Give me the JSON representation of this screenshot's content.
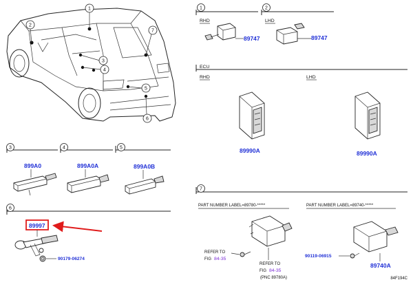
{
  "callouts": [
    "1",
    "2",
    "3",
    "4",
    "5",
    "6",
    "7"
  ],
  "section1": {
    "number": "1",
    "side": "RHD",
    "part": "89747"
  },
  "section2": {
    "number": "2",
    "side": "LHD",
    "part": "89747"
  },
  "ecu": {
    "title": "ECU",
    "rhd_label": "RHD",
    "lhd_label": "LHD",
    "rhd_part": "89990A",
    "lhd_part": "89990A"
  },
  "section3": {
    "number": "3",
    "part": "899A0"
  },
  "section4": {
    "number": "4",
    "part": "899A0A"
  },
  "section5": {
    "number": "5",
    "part": "899A0B"
  },
  "section6": {
    "number": "6",
    "part": "89997",
    "bolt_part": "90179-06274"
  },
  "section7": {
    "number": "7",
    "label_left": "PART NUMBER LABEL=89780-*****",
    "label_right": "PART NUMBER LABEL=89740-*****",
    "refer_to_1": "REFER TO",
    "fig_1": "FIG",
    "fig_ref_1": "84-35",
    "refer_to_2": "REFER TO",
    "fig_2": "FIG",
    "fig_ref_2": "84-35",
    "pnc_note": "(PNC 89780A)",
    "bolt_part": "90119-06915",
    "part_right": "89740A"
  },
  "figure_code": "84F194C",
  "colors": {
    "part_number": "#1f2fd6",
    "reference": "#7a2bd6",
    "highlight": "#e01b1b"
  }
}
